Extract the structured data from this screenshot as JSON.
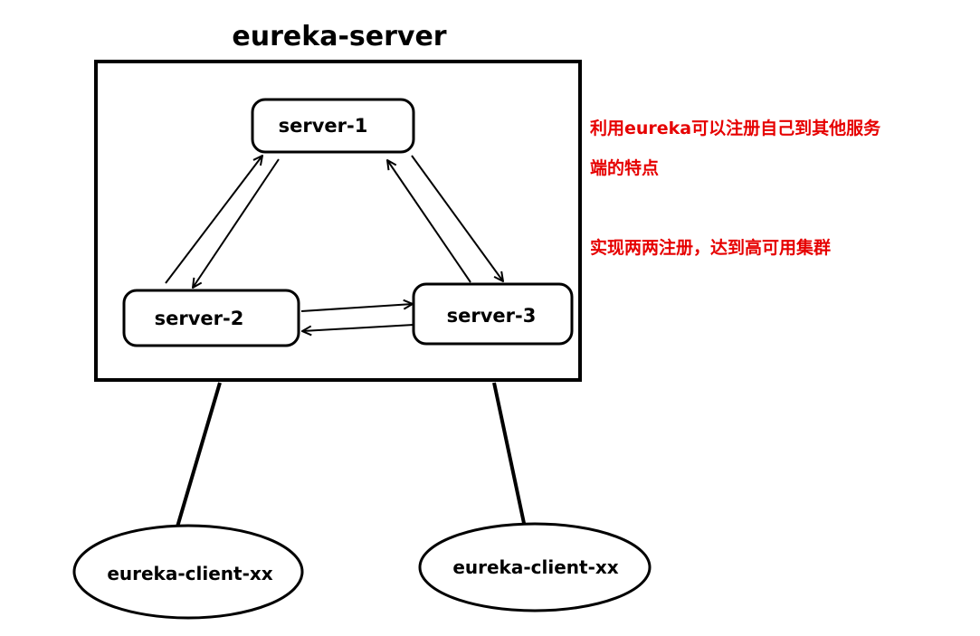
{
  "title": "eureka-server",
  "servers": {
    "s1": "server-1",
    "s2": "server-2",
    "s3": "server-3"
  },
  "clients": {
    "left": "eureka-client-xx",
    "right": "eureka-client-xx"
  },
  "notes": {
    "line1": "利用eureka可以注册自己到其他服务",
    "line2": "端的特点",
    "line3": "实现两两注册，达到高可用集群"
  },
  "colors": {
    "stroke": "#000000",
    "note": "#e60000",
    "background": "#ffffff"
  }
}
